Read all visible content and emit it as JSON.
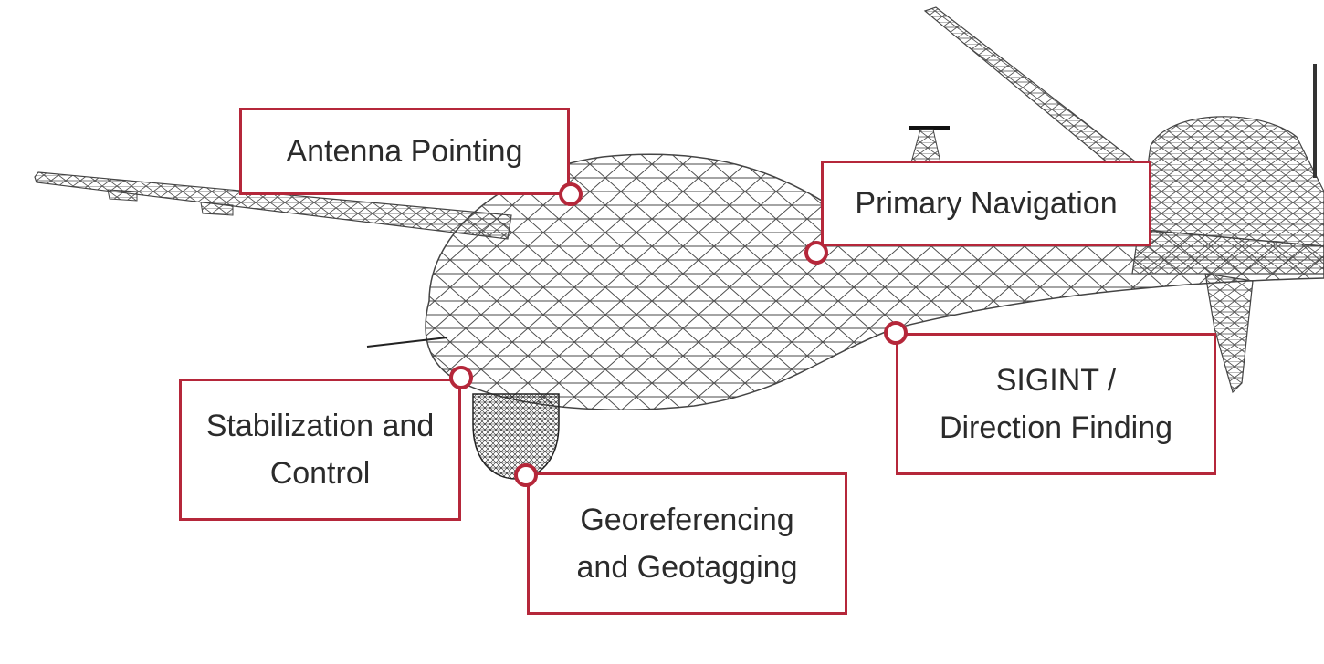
{
  "callouts": {
    "antenna_pointing": "Antenna Pointing",
    "primary_navigation": "Primary Navigation",
    "sigint_line1": "SIGINT /",
    "sigint_line2": "Direction Finding",
    "stabilization_line1": "Stabilization and",
    "stabilization_line2": "Control",
    "georeferencing_line1": "Georeferencing",
    "georeferencing_line2": "and Geotagging"
  },
  "colors": {
    "accent": "#b5273a",
    "mesh": "#555555",
    "background": "#ffffff"
  },
  "illustration": {
    "subject": "wireframe-drone-mesh"
  }
}
